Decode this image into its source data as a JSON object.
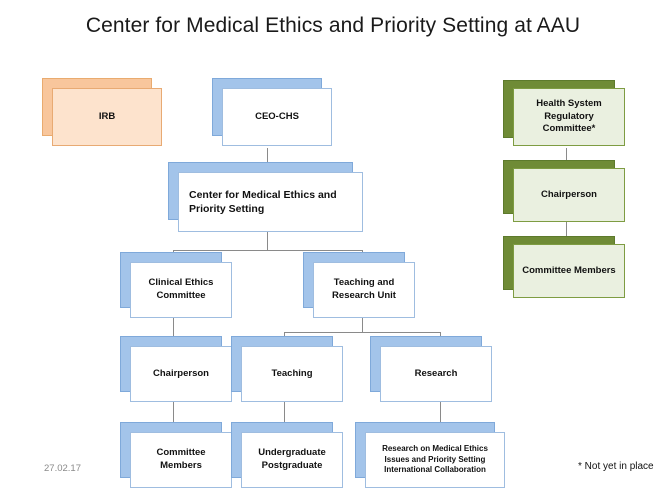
{
  "title": "Center for Medical Ethics and Priority Setting at AAU",
  "date_stamp": "27.02.17",
  "footnote": "* Not yet in place",
  "colors": {
    "blue_shadow": "#a3c4ea",
    "blue_border": "#9fbde0",
    "orange_shadow": "#f8c69c",
    "orange_fill": "#fde3cd",
    "green_shadow": "#6f8b36",
    "green_fill": "#eaf0e0",
    "line": "#8a8a8a",
    "title_text": "#1a1a1a"
  },
  "nodes": {
    "irb": "IRB",
    "ceo_chs": "CEO-CHS",
    "center": "Center for Medical Ethics and Priority Setting",
    "clinical_ethics_committee": "Clinical Ethics Committee",
    "teaching_research_unit": "Teaching and Research Unit",
    "chairperson_left": "Chairperson",
    "teaching": "Teaching",
    "research": "Research",
    "committee_members_left": "Committee Members",
    "undergraduate_postgraduate": "Undergraduate Postgraduate",
    "research_detail": "Research on Medical Ethics Issues and Priority Setting International Collaboration",
    "health_system_regulatory_committee": "Health System Regulatory Committee*",
    "chairperson_right": "Chairperson",
    "committee_members_right": "Committee Members"
  }
}
